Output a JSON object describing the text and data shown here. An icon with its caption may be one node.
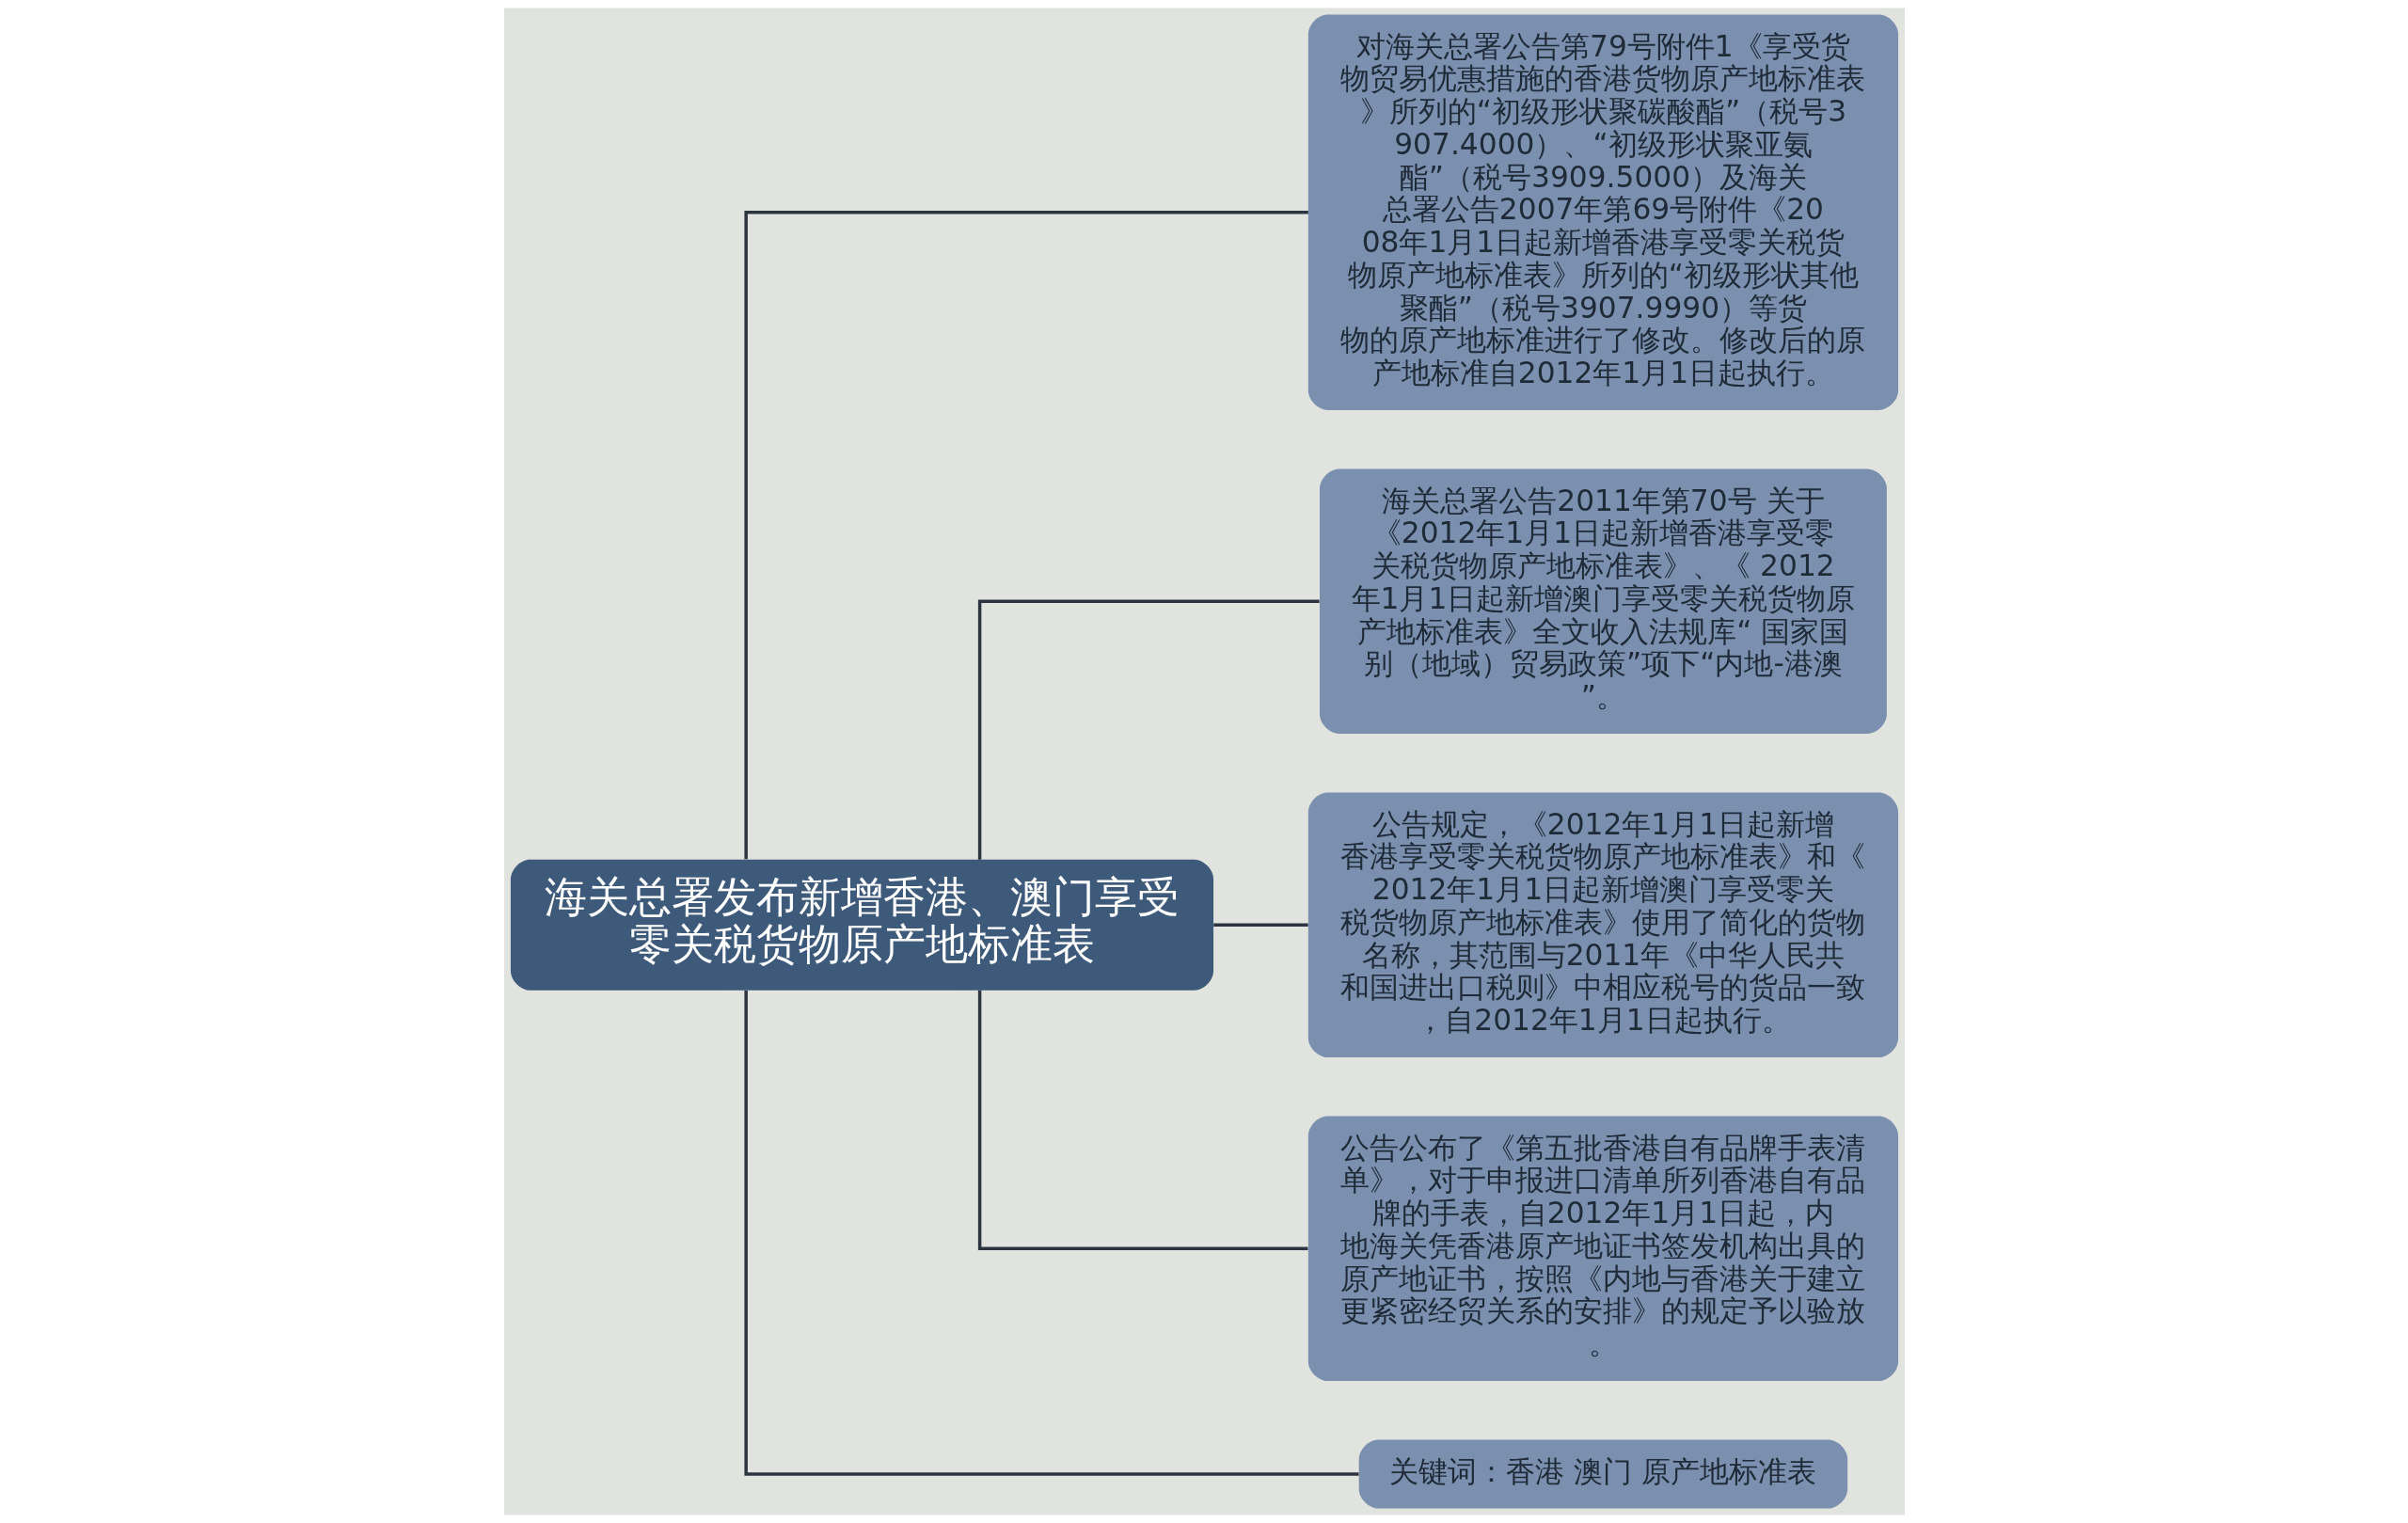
{
  "diagram": {
    "nodes": [
      {
        "text": [
          "海关总署发布新增香港、澳门享受零关税货物原产地标准表"
        ]
      },
      {
        "text": [
          "对海关总署公告第79号附件1《享受货物贸易优惠措施的香港货物原产地标准表》所列的“初级形状聚碳酸酯”（税号3907.4000）、“初级形状聚亚氨酯”（税号3909.5000）及海关总署公告2007年第69号附件《2008年1月1日起新增香港享受零关税货物原产地标准表》所列的“初级形状其他聚酯”（税号3907.9990）等货物的原产地标准进行了修改。修改后的原产地标准自2012年1月1日起执行。"
        ]
      },
      {
        "text": [
          "海关总署公告2011年第70号 关于《2012年1月1日起新增香港享受零关税货物原产地标准表》、《 2012年1月1日起新增澳门享受零关税货物原产地标准表》全文收入法规库“ 国家国别（地域）贸易政策”项下“内地-港澳”。"
        ]
      },
      {
        "text": [
          "公告规定，《2012年1月1日起新增香港享受零关税货物原产地标准表》和《2012年1月1日起新增澳门享受零关税货物原产地标准表》使用了简化的货物名称，其范围与2011年《中华人民共和国进出口税则》中相应税号的货品一致，自2012年1月1日起执行。"
        ]
      },
      {
        "text": [
          "公告公布了《第五批香港自有品牌手表清单》，对于申报进口清单所列香港自有品牌的手表，自2012年1月1日起，内地海关凭香港原产地证书签发机构出具的原产地证书，按照《内地与香港关于建立更紧密经贸关系的安排》的规定予以验放。"
        ]
      },
      {
        "text": [
          "关键词：香港 澳门 原产地标准表"
        ]
      }
    ],
    "edges": [
      {
        "from": 0,
        "to": 1,
        "arrow": "none"
      },
      {
        "from": 0,
        "to": 2,
        "arrow": "none"
      },
      {
        "from": 0,
        "to": 3,
        "arrow": "none"
      },
      {
        "from": 0,
        "to": 4,
        "arrow": "none"
      },
      {
        "from": 0,
        "to": 5,
        "arrow": "none"
      }
    ]
  }
}
